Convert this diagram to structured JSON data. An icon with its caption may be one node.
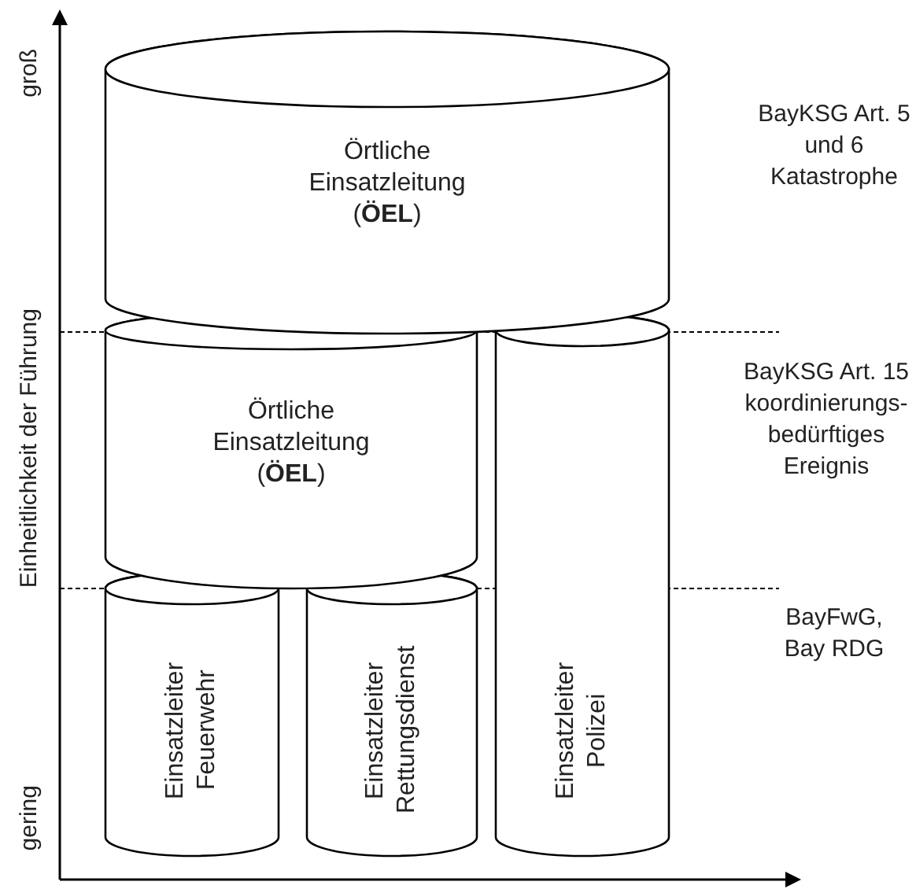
{
  "diagram": {
    "nodes": [
      {
        "text": [
          "Örtliche Einsatzleitung (**ÖEL**)"
        ]
      },
      {
        "text": [
          "Örtliche Einsatzleitung (**ÖEL**)"
        ]
      },
      {
        "text": [
          "Einsatzleiter Feuerwehr"
        ]
      },
      {
        "text": [
          "Einsatzleiter Rettungsdienst"
        ]
      },
      {
        "text": [
          "Einsatzleiter Polizei"
        ]
      }
    ],
    "edges": [],
    "labels": [
      "groß",
      "Einheitlichkeit der Führung",
      "gering",
      "BayKSG Art. 5 und 6 Katastrophe",
      "BayKSG Art. 15 koordinierungs-bedürftiges Ereignis",
      "BayFwG, Bay RDG"
    ]
  }
}
